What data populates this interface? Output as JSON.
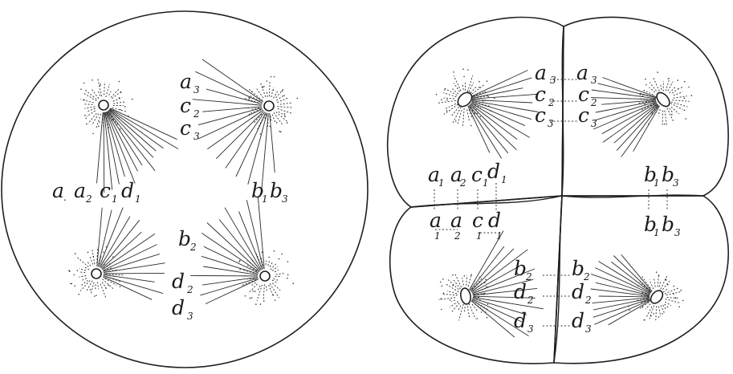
{
  "figure_left": {
    "label_groups": [
      {
        "name": "upper-middle",
        "labels": [
          {
            "letter": "a",
            "sub": "3"
          },
          {
            "letter": "c",
            "sub": "2"
          },
          {
            "letter": "c",
            "sub": "3"
          }
        ]
      },
      {
        "name": "left-middle",
        "labels": [
          {
            "letter": "a",
            "sub": "."
          },
          {
            "letter": "a",
            "sub": "2"
          },
          {
            "letter": "c",
            "sub": "1"
          },
          {
            "letter": "d",
            "sub": "1"
          }
        ]
      },
      {
        "name": "right-middle",
        "labels": [
          {
            "letter": "b",
            "sub": "1"
          },
          {
            "letter": "b",
            "sub": "3"
          }
        ]
      },
      {
        "name": "lower-middle",
        "labels": [
          {
            "letter": "b",
            "sub": "2"
          },
          {
            "letter": "d",
            "sub": "2"
          },
          {
            "letter": "d",
            "sub": "3"
          }
        ]
      }
    ]
  },
  "figure_right": {
    "label_groups": [
      {
        "name": "upper-left-cell",
        "labels": [
          {
            "letter": "a",
            "sub": "3"
          },
          {
            "letter": "c",
            "sub": "2"
          },
          {
            "letter": "c",
            "sub": "3"
          }
        ]
      },
      {
        "name": "upper-right-cell",
        "labels": [
          {
            "letter": "a",
            "sub": "3"
          },
          {
            "letter": "c",
            "sub": "2"
          },
          {
            "letter": "c",
            "sub": "3"
          }
        ]
      },
      {
        "name": "upper-left-bottom",
        "labels": [
          {
            "letter": "a",
            "sub": "1"
          },
          {
            "letter": "a",
            "sub": "2"
          },
          {
            "letter": "c",
            "sub": "1"
          },
          {
            "letter": "d",
            "sub": "1"
          }
        ]
      },
      {
        "name": "upper-right-bottom",
        "labels": [
          {
            "letter": "b",
            "sub": "1"
          },
          {
            "letter": "b",
            "sub": "3"
          }
        ]
      },
      {
        "name": "lower-left-top",
        "labels": [
          {
            "letter": "a",
            "sub": "1"
          },
          {
            "letter": "a",
            "sub": "2"
          },
          {
            "letter": "c",
            "sub": "1"
          },
          {
            "letter": "d",
            "sub": "1"
          }
        ]
      },
      {
        "name": "lower-right-top",
        "labels": [
          {
            "letter": "b",
            "sub": "1"
          },
          {
            "letter": "b",
            "sub": "3"
          }
        ]
      },
      {
        "name": "lower-left-cell",
        "labels": [
          {
            "letter": "b",
            "sub": "2"
          },
          {
            "letter": "d",
            "sub": "2"
          },
          {
            "letter": "d",
            "sub": "3"
          }
        ]
      },
      {
        "name": "lower-right-cell",
        "labels": [
          {
            "letter": "b",
            "sub": "2"
          },
          {
            "letter": "d",
            "sub": "2"
          },
          {
            "letter": "d",
            "sub": "3"
          }
        ]
      }
    ]
  },
  "colors": {
    "ink": "#1f1f1f",
    "paper": "#ffffff"
  }
}
